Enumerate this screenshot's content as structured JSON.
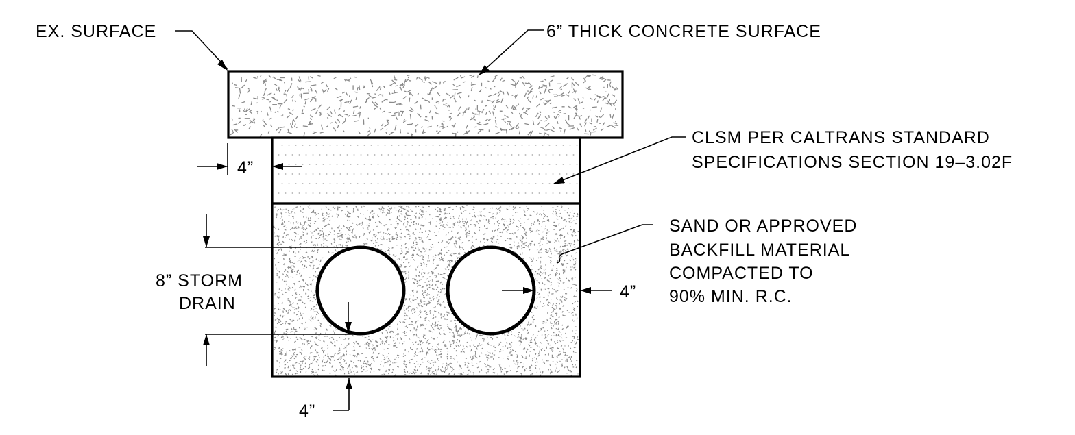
{
  "labels": {
    "ex_surface": "EX. SURFACE",
    "concrete": "6” THICK CONCRETE SURFACE",
    "clsm_line1": "CLSM PER CALTRANS STANDARD",
    "clsm_line2": "SPECIFICATIONS SECTION 19–3.02F",
    "sand_line1": "SAND OR APPROVED",
    "sand_line2": "BACKFILL MATERIAL",
    "sand_line3": "COMPACTED TO",
    "sand_line4": "90% MIN. R.C.",
    "storm_line1": "8” STORM",
    "storm_line2": "DRAIN",
    "dim_side_left": "4”",
    "dim_side_right": "4”",
    "dim_bottom": "4”"
  },
  "colors": {
    "line": "#000000",
    "fill_texture": "#8a8a8a",
    "background": "#ffffff"
  }
}
